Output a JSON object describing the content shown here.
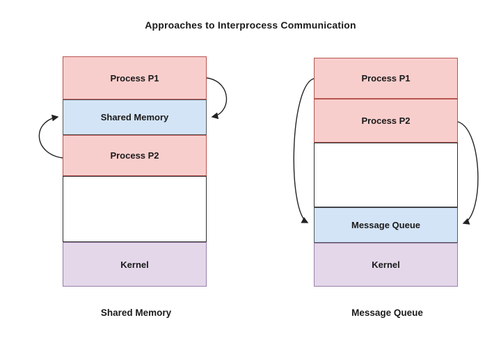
{
  "title": "Approaches to Interprocess Communication",
  "colors": {
    "process_fill": "#f8cecc",
    "process_stroke": "#b85450",
    "channel_fill": "#d4e4f7",
    "channel_stroke": "#54595f",
    "kernel_fill": "#e3d7e9",
    "kernel_stroke": "#9a7fab",
    "empty_stroke": "#2d2d2d",
    "arrow_stroke": "#222222"
  },
  "diagrams": [
    {
      "caption": "Shared Memory",
      "boxes": [
        {
          "label": "Process P1",
          "type": "process"
        },
        {
          "label": "Shared Memory",
          "type": "channel"
        },
        {
          "label": "Process P2",
          "type": "process"
        },
        {
          "label": "",
          "type": "empty"
        },
        {
          "label": "Kernel",
          "type": "kernel"
        }
      ],
      "arrows": [
        {
          "name": "p1-to-shared-memory",
          "from": "Process P1 right edge",
          "to": "Shared Memory right edge"
        },
        {
          "name": "p2-to-shared-memory",
          "from": "Process P2 left edge",
          "to": "Shared Memory left edge"
        }
      ]
    },
    {
      "caption": "Message Queue",
      "boxes": [
        {
          "label": "Process P1",
          "type": "process"
        },
        {
          "label": "Process P2",
          "type": "process"
        },
        {
          "label": "",
          "type": "empty"
        },
        {
          "label": "Message Queue",
          "type": "channel"
        },
        {
          "label": "Kernel",
          "type": "kernel"
        }
      ],
      "arrows": [
        {
          "name": "p1-to-message-queue",
          "from": "Process P1 left edge",
          "to": "Message Queue left edge"
        },
        {
          "name": "p2-to-message-queue",
          "from": "Process P2 right edge",
          "to": "Message Queue right edge"
        }
      ]
    }
  ]
}
